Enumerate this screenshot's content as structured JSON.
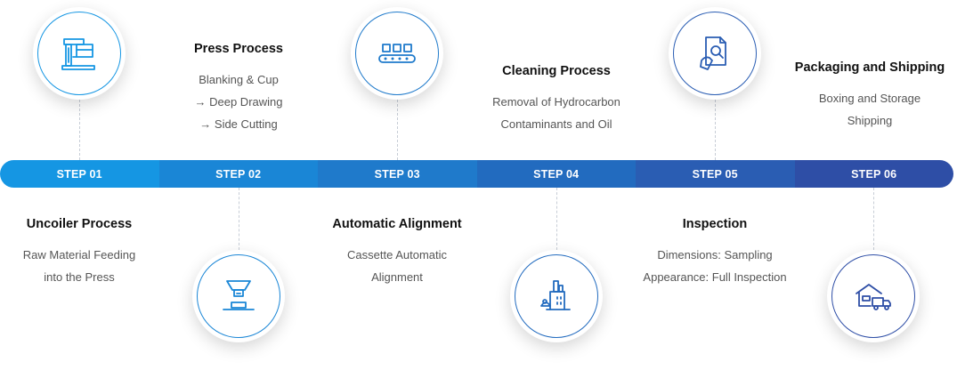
{
  "colors": {
    "step_colors": [
      "#1596e3",
      "#1a86d6",
      "#1f7acb",
      "#226bbf",
      "#2a5db3",
      "#2e4ea6"
    ],
    "icon_colors": [
      "#1596e3",
      "#1a86d6",
      "#1f7acb",
      "#226bbf",
      "#2a5db3",
      "#2e4ea6"
    ]
  },
  "steps": [
    {
      "label": "STEP 01",
      "title": "Uncoiler Process",
      "lines": [
        "Raw Material Feeding",
        "into the Press"
      ],
      "icon": "uncoiler-press-icon"
    },
    {
      "label": "STEP 02",
      "title": "Press Process",
      "lines": [
        "Blanking & Cup",
        "→ Deep Drawing",
        "→ Side Cutting"
      ],
      "icon": "press-die-icon"
    },
    {
      "label": "STEP 03",
      "title": "Automatic Alignment",
      "lines": [
        "Cassette Automatic",
        "Alignment"
      ],
      "icon": "conveyor-belt-icon"
    },
    {
      "label": "STEP 04",
      "title": "Cleaning Process",
      "lines": [
        "Removal of Hydrocarbon",
        "Contaminants and Oil"
      ],
      "icon": "factory-cleaning-icon"
    },
    {
      "label": "STEP 05",
      "title": "Inspection",
      "lines": [
        "Dimensions: Sampling",
        "Appearance: Full Inspection"
      ],
      "icon": "document-magnifier-icon"
    },
    {
      "label": "STEP 06",
      "title": "Packaging and Shipping",
      "lines": [
        "Boxing and Storage",
        "Shipping"
      ],
      "icon": "warehouse-truck-icon"
    }
  ]
}
